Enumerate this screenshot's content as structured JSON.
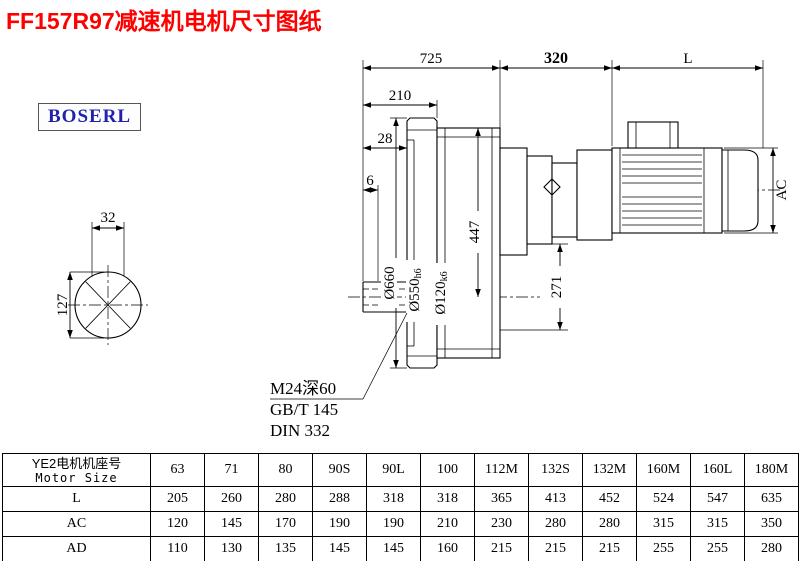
{
  "page": {
    "title": "FF157R97减速机电机尺寸图纸",
    "logo": "BOSERL"
  },
  "drawing": {
    "dim_725": "725",
    "dim_320": "320",
    "dim_L": "L",
    "dim_210": "210",
    "dim_28": "28",
    "dim_6": "6",
    "dim_AC": "AC",
    "dim_447": "447",
    "dim_271": "271",
    "dia_660": "Ø660",
    "dia_550": "Ø550",
    "dia_550_tol": "h6",
    "dia_120": "Ø120",
    "dia_120_tol": "k6",
    "dim_32": "32",
    "dim_127": "127",
    "note_thread": "M24深60",
    "note_gb": "GB/T 145",
    "note_din": "DIN 332"
  },
  "table": {
    "row_header": {
      "cn": "YE2电机机座号",
      "en": "Motor Size"
    },
    "sizes": [
      "63",
      "71",
      "80",
      "90S",
      "90L",
      "100",
      "112M",
      "132S",
      "132M",
      "160M",
      "160L",
      "180M"
    ],
    "rows": [
      {
        "label": "L",
        "values": [
          "205",
          "260",
          "280",
          "288",
          "318",
          "318",
          "365",
          "413",
          "452",
          "524",
          "547",
          "635"
        ]
      },
      {
        "label": "AC",
        "values": [
          "120",
          "145",
          "170",
          "190",
          "190",
          "210",
          "230",
          "280",
          "280",
          "315",
          "315",
          "350"
        ]
      },
      {
        "label": "AD",
        "values": [
          "110",
          "130",
          "135",
          "145",
          "145",
          "160",
          "215",
          "215",
          "215",
          "255",
          "255",
          "280"
        ]
      }
    ]
  }
}
